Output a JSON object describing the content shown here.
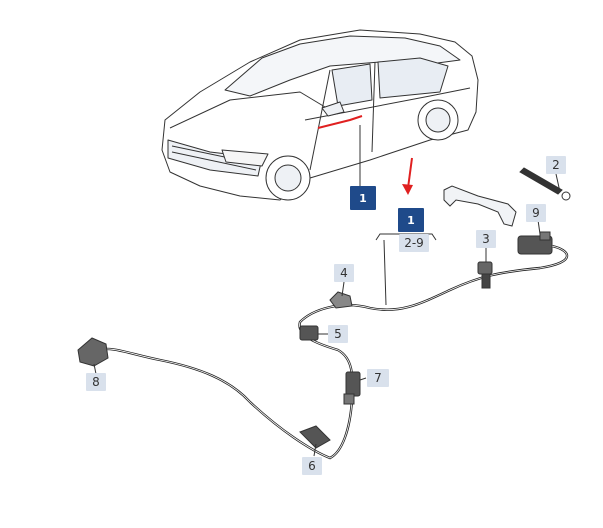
{
  "colors": {
    "callout_bg": "#d9e1ec",
    "callout_dark": "#1f4a8a",
    "highlight_red": "#e02020",
    "line": "#333333"
  },
  "callouts": {
    "car_ref": "1",
    "part_ref": "1",
    "range": "2-9",
    "c2": "2",
    "c3": "3",
    "c4": "4",
    "c5": "5",
    "c6": "6",
    "c7": "7",
    "c8": "8",
    "c9": "9"
  }
}
